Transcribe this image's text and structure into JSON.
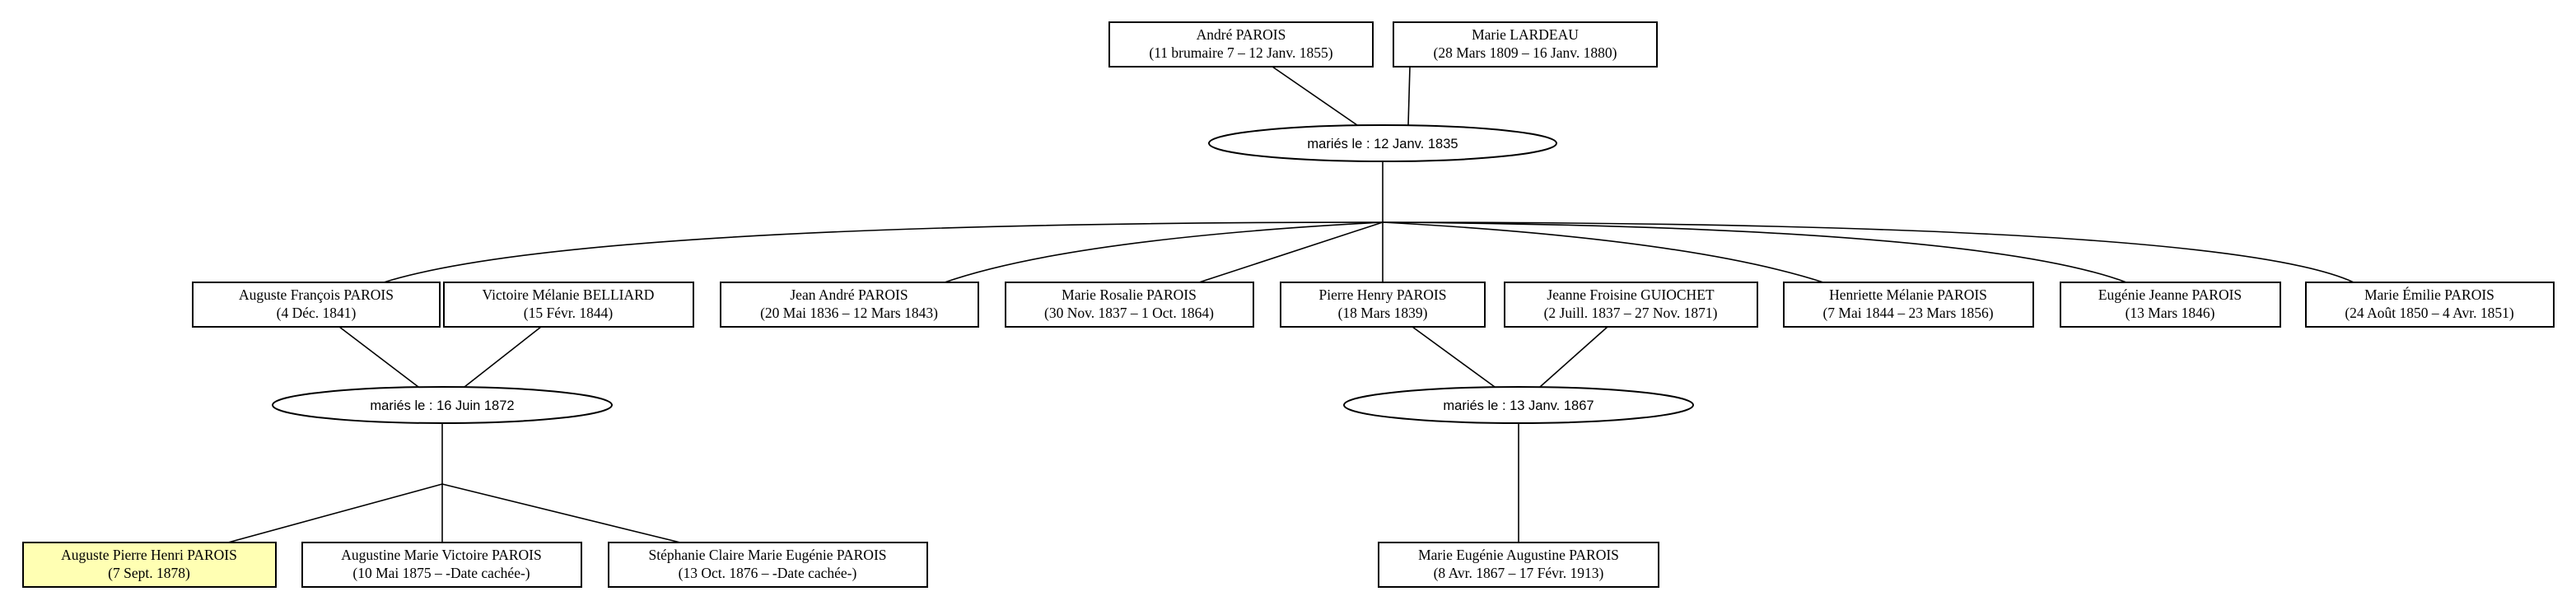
{
  "highlight_color": "#ffffb3",
  "persons": {
    "andre": {
      "name": "André PAROIS",
      "dates": "(11 brumaire 7 – 12 Janv. 1855)"
    },
    "marie_lardeau": {
      "name": "Marie LARDEAU",
      "dates": "(28 Mars 1809 – 16 Janv. 1880)"
    },
    "auguste_francois": {
      "name": "Auguste François PAROIS",
      "dates": "(4 Déc. 1841)"
    },
    "victoire": {
      "name": "Victoire Mélanie BELLIARD",
      "dates": "(15 Févr. 1844)"
    },
    "jean_andre": {
      "name": "Jean André PAROIS",
      "dates": "(20 Mai 1836 – 12 Mars 1843)"
    },
    "marie_rosalie": {
      "name": "Marie Rosalie PAROIS",
      "dates": "(30 Nov. 1837 – 1 Oct. 1864)"
    },
    "pierre_henry": {
      "name": "Pierre Henry PAROIS",
      "dates": "(18 Mars 1839)"
    },
    "jeanne_froisine": {
      "name": "Jeanne Froisine GUIOCHET",
      "dates": "(2 Juill. 1837 – 27 Nov. 1871)"
    },
    "henriette": {
      "name": "Henriette Mélanie PAROIS",
      "dates": "(7 Mai 1844 – 23 Mars 1856)"
    },
    "eugenie_jeanne": {
      "name": "Eugénie Jeanne PAROIS",
      "dates": "(13 Mars 1846)"
    },
    "marie_emilie": {
      "name": "Marie Émilie PAROIS",
      "dates": "(24 Août 1850 – 4 Avr. 1851)"
    },
    "auguste_pierre": {
      "name": "Auguste Pierre Henri PAROIS",
      "dates": "(7 Sept. 1878)"
    },
    "augustine": {
      "name": "Augustine Marie Victoire PAROIS",
      "dates": "(10 Mai 1875 – -Date cachée-)"
    },
    "stephanie": {
      "name": "Stéphanie Claire Marie Eugénie PAROIS",
      "dates": "(13 Oct. 1876 – -Date cachée-)"
    },
    "marie_eugenie": {
      "name": "Marie Eugénie Augustine PAROIS",
      "dates": "(8 Avr. 1867 – 17 Févr. 1913)"
    }
  },
  "unions": {
    "u1835": {
      "label": "mariés le : 12 Janv. 1835"
    },
    "u1872": {
      "label": "mariés le : 16 Juin 1872"
    },
    "u1867": {
      "label": "mariés le : 13 Janv. 1867"
    }
  }
}
